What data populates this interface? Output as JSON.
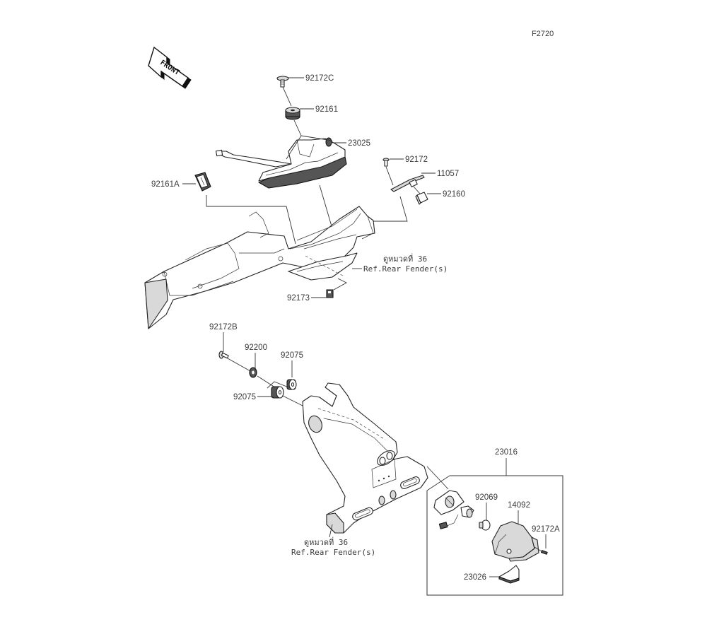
{
  "diagram": {
    "figure_code": "F2720",
    "front_label": "FRONT",
    "parts": {
      "p92172C": "92172C",
      "p92161": "92161",
      "p23025": "23025",
      "p92172": "92172",
      "p11057": "11057",
      "p92160": "92160",
      "p92161A": "92161A",
      "p92173": "92173",
      "p92172B": "92172B",
      "p92200": "92200",
      "p92075_upper": "92075",
      "p92075_lower": "92075",
      "p23016": "23016",
      "p92069": "92069",
      "p14092": "14092",
      "p92172A": "92172A",
      "p23026": "23026"
    },
    "references": [
      {
        "thai": "ดูหมวดที่ 36",
        "english": "Ref.Rear Fender(s)"
      },
      {
        "thai": "ดูหมวดที่ 36",
        "english": "Ref.Rear Fender(s)"
      }
    ]
  }
}
